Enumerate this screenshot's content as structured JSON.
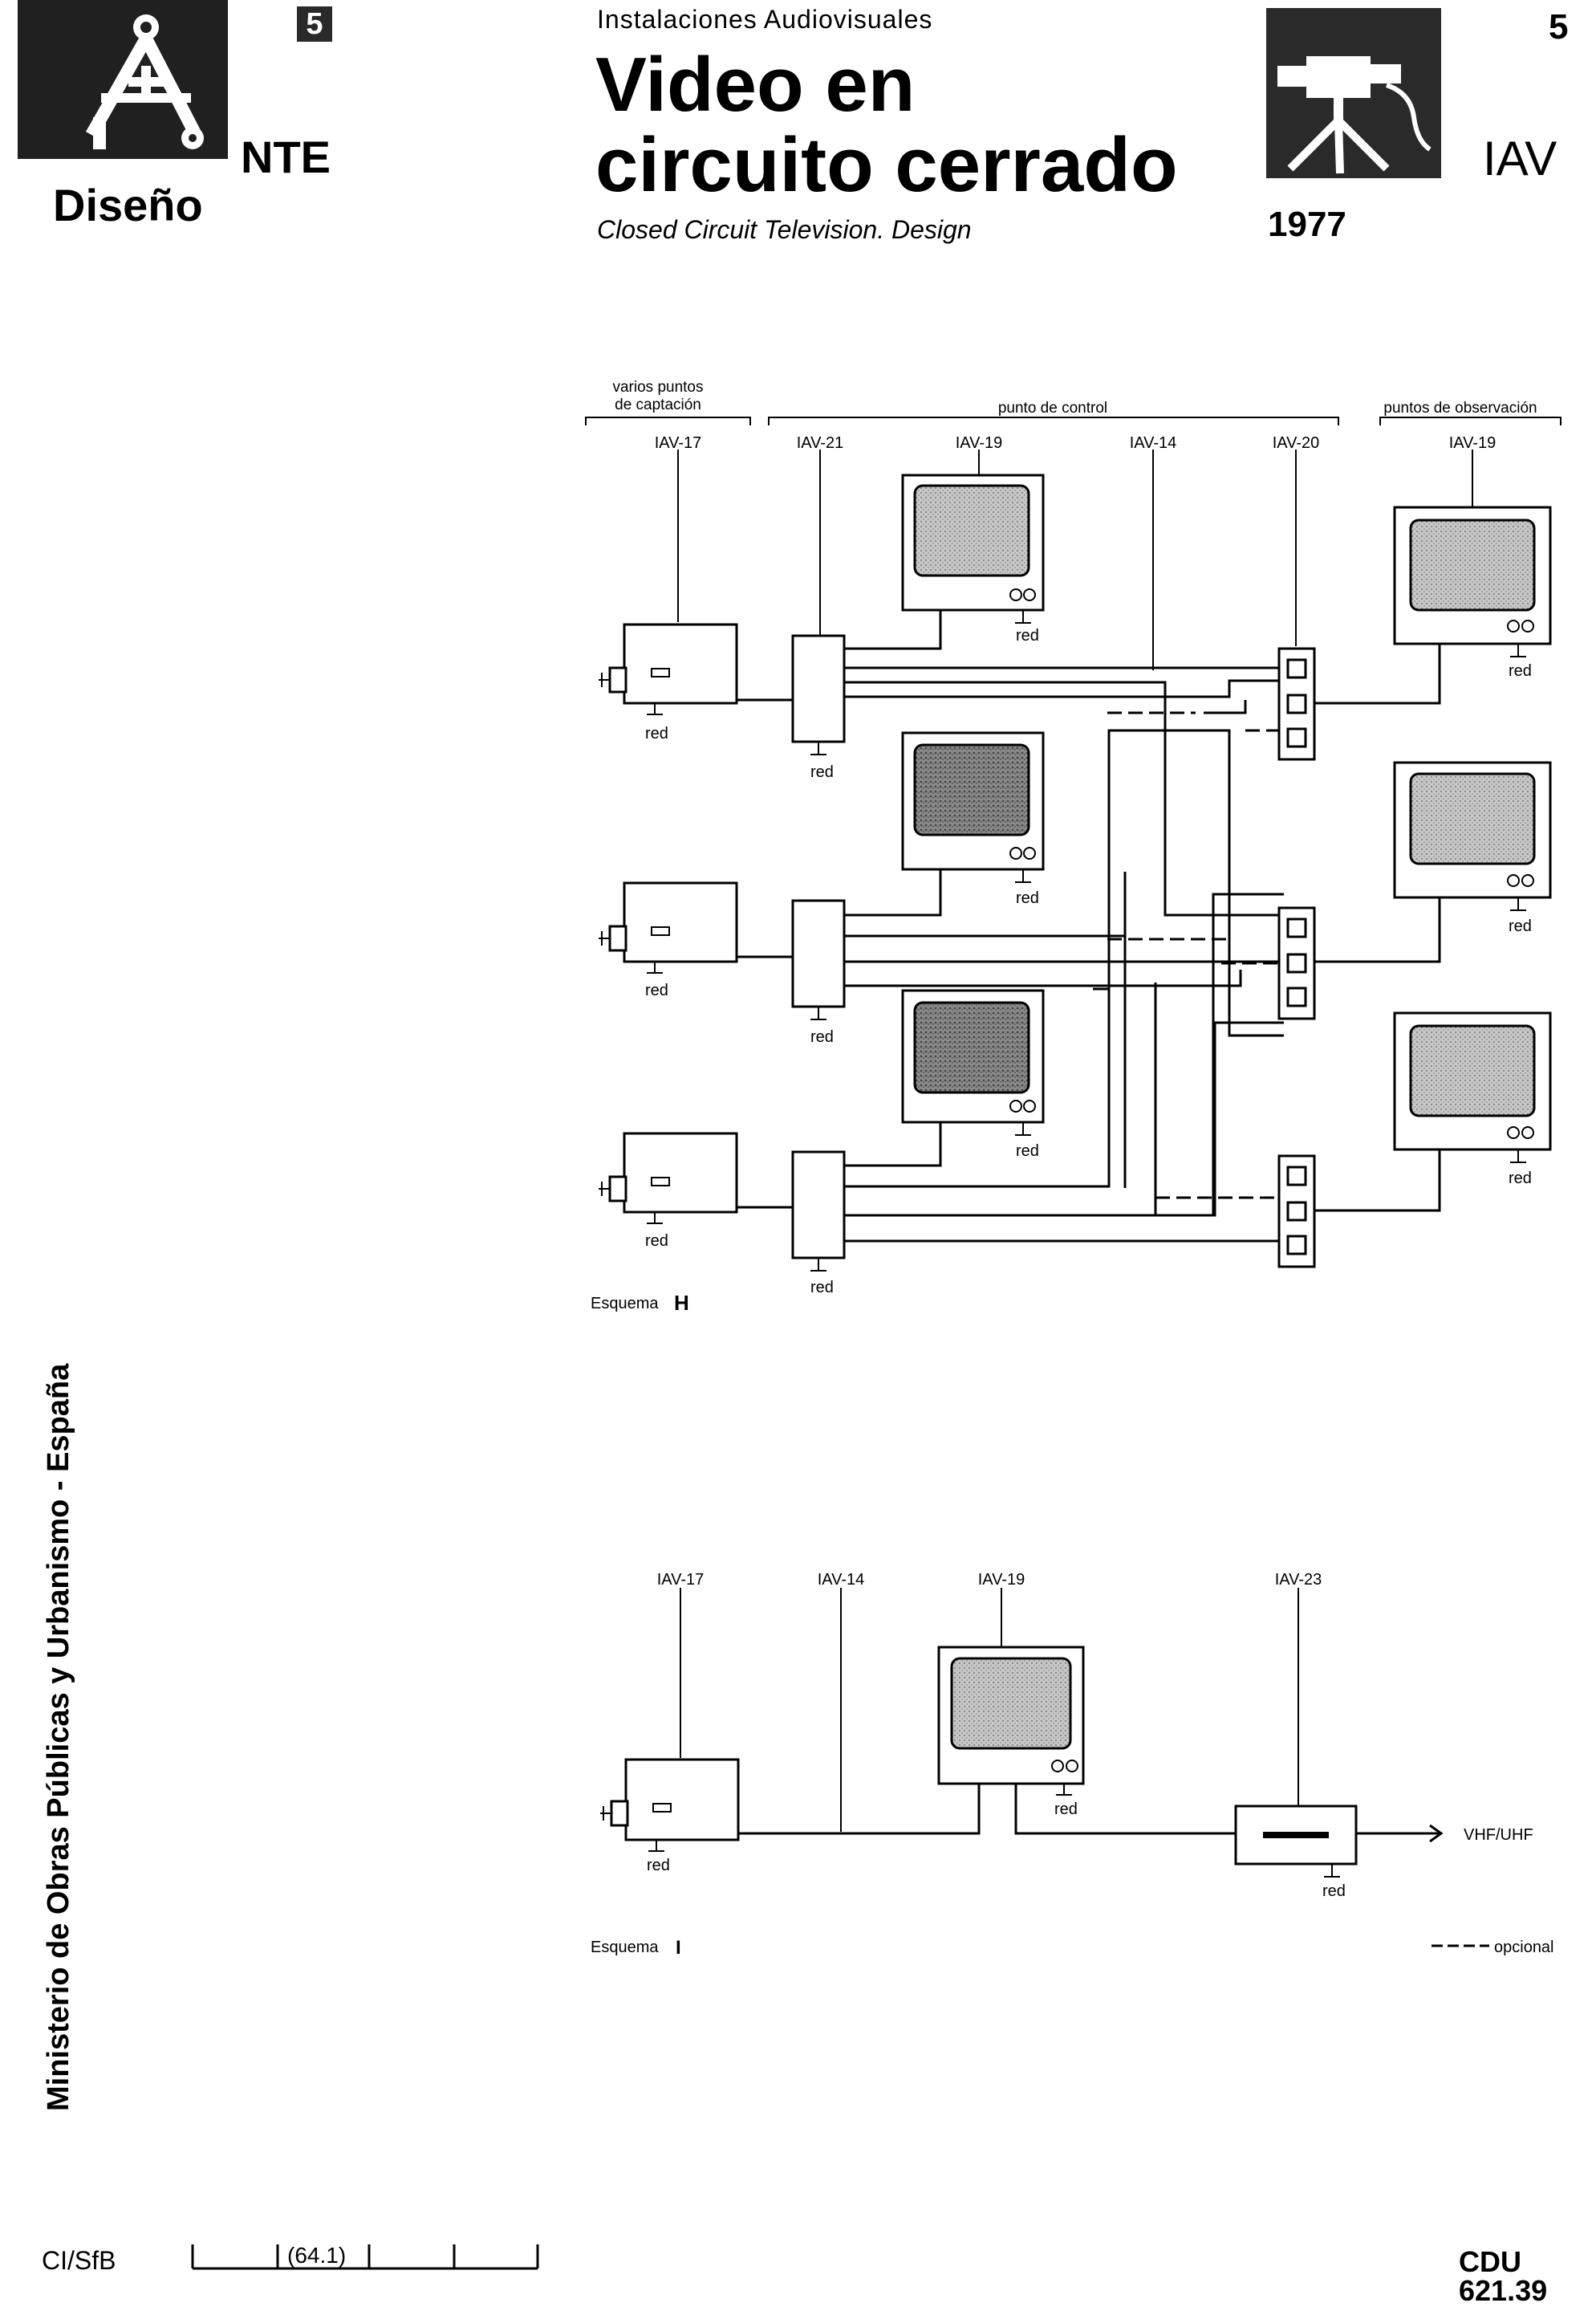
{
  "header": {
    "sheet_number_box": "5",
    "nte_label": "NTE",
    "section_label": "Diseño",
    "series_label": "Instalaciones Audiovisuales",
    "title_line_1": "Video en",
    "title_line_2": "circuito cerrado",
    "subtitle": "Closed Circuit Television. Design",
    "sheet_number": "5",
    "code": "IAV",
    "year": "1977",
    "logo_icon": "compass-icon",
    "camera_icon": "camera-tripod-icon"
  },
  "side_text": "Ministerio de Obras Públicas y Urbanismo - España",
  "footer": {
    "cisib_label": "CI/SfB",
    "classification": "(64.1)",
    "cdu": "CDU 621.39"
  },
  "scheme_h": {
    "label": "Esquema",
    "letter": "H",
    "group_capture": [
      "varios puntos",
      "de captación"
    ],
    "group_control": "punto de control",
    "group_observation": "puntos de observación",
    "refs": {
      "camera": "IAV-17",
      "distributor": "IAV-21",
      "monitor": "IAV-19",
      "cable": "IAV-14",
      "switcher": "IAV-20",
      "observation_monitor": "IAV-19"
    },
    "power_label": "red"
  },
  "scheme_i": {
    "label": "Esquema",
    "letter": "I",
    "refs": {
      "camera": "IAV-17",
      "cable": "IAV-14",
      "monitor": "IAV-19",
      "modulator": "IAV-23"
    },
    "output_label": "VHF/UHF",
    "power_label": "red",
    "optional_legend": "opcional"
  }
}
